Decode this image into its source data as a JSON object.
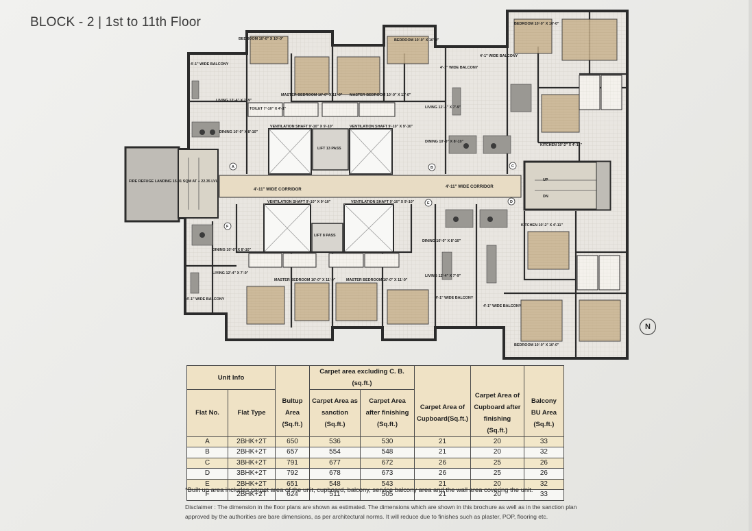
{
  "title": "BLOCK - 2 | 1st  to 11th Floor",
  "plan": {
    "corridor_left": "4'-11\" WIDE CORRIDOR",
    "corridor_right": "4'-11\" WIDE CORRIDOR",
    "fire_refuge": "FIRE REFUGE LANDING 15.01 SQM AT + 22.35 LVL",
    "lift_top": "LIFT 13 PASS",
    "lift_bottom": "LIFT 8 PASS",
    "vent_shaft": "VENTILATION SHAFT 9'-10\" X 9'-10\"",
    "balcony": "4'-1\" WIDE BALCONY",
    "living": "LIVING 12'-4\" X 7'-9\"",
    "dining": "DINING 10'-0\" X 8'-10\"",
    "kitchen": "KITCHEN 10'-2\" X 4'-11\"",
    "toilet": "TOILET 7'-10\" X 4'-1\"",
    "bedroom": "BEDROOM 10'-0\" X 10'-0\"",
    "master_bedroom": "MASTER BEDROOM 10'-0\" X 11'-0\"",
    "up": "UP",
    "dn": "DN",
    "north": "N",
    "unit_markers": [
      "A",
      "B",
      "C",
      "D",
      "E",
      "F"
    ]
  },
  "table": {
    "group_unit": "Unit Info",
    "group_carpet": "Carpet area excluding C. B. (sq.ft.)",
    "headers": {
      "flat_no": "Flat No.",
      "flat_type": "Flat Type",
      "builtup": "Bultup Area (Sq.ft.)",
      "carpet_sanction": "Carpet Area as sanction (Sq.ft.)",
      "carpet_finish": "Carpet Area after finishing (Sq.ft.)",
      "cupboard": "Carpet Area of Cupboard(Sq.ft.)",
      "cupboard_finish": "Carpet Area of Cupboard after finishing (Sq.ft.)",
      "balcony": "Balcony BU Area (Sq.ft.)"
    },
    "rows": [
      [
        "A",
        "2BHK+2T",
        "650",
        "536",
        "530",
        "21",
        "20",
        "33"
      ],
      [
        "B",
        "2BHK+2T",
        "657",
        "554",
        "548",
        "21",
        "20",
        "32"
      ],
      [
        "C",
        "3BHK+2T",
        "791",
        "677",
        "672",
        "26",
        "25",
        "26"
      ],
      [
        "D",
        "3BHK+2T",
        "792",
        "678",
        "673",
        "26",
        "25",
        "26"
      ],
      [
        "E",
        "2BHK+2T",
        "651",
        "548",
        "543",
        "21",
        "20",
        "32"
      ],
      [
        "F",
        "2BHK+2T",
        "624",
        "511",
        "505",
        "21",
        "20",
        "33"
      ]
    ]
  },
  "footnote": "*Built up area includes carpet area of the unit, cupboard, balcony, service balcony area and the wall area covering the unit.",
  "disclaimer": "Disclaimer : The dimension in the floor plans are shown as estimated. The dimensions which are shown in this brochure as well as in the sanction plan approved by the authorities are bare dimensions, as per architectural norms. It will reduce due to finishes such as plaster, POP, flooring etc."
}
